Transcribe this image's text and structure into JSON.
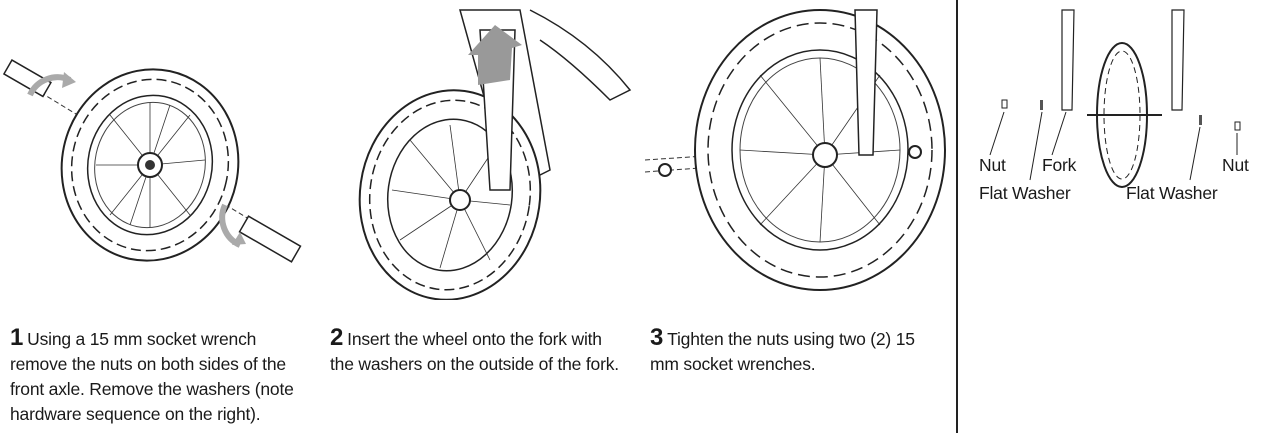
{
  "steps": [
    {
      "number": "1",
      "text": "Using a 15 mm socket wrench remove the nuts on both sides of the front axle. Remove the washers (note hardware sequence on the right)."
    },
    {
      "number": "2",
      "text": "Insert the wheel onto the fork with the washers on the outside of the fork."
    },
    {
      "number": "3",
      "text": "Tighten the nuts using two (2) 15 mm socket wrenches."
    }
  ],
  "hardware_labels": {
    "nut_left": "Nut",
    "fork": "Fork",
    "nut_right": "Nut",
    "flat_washer_left": "Flat Washer",
    "flat_washer_right": "Flat Washer"
  }
}
